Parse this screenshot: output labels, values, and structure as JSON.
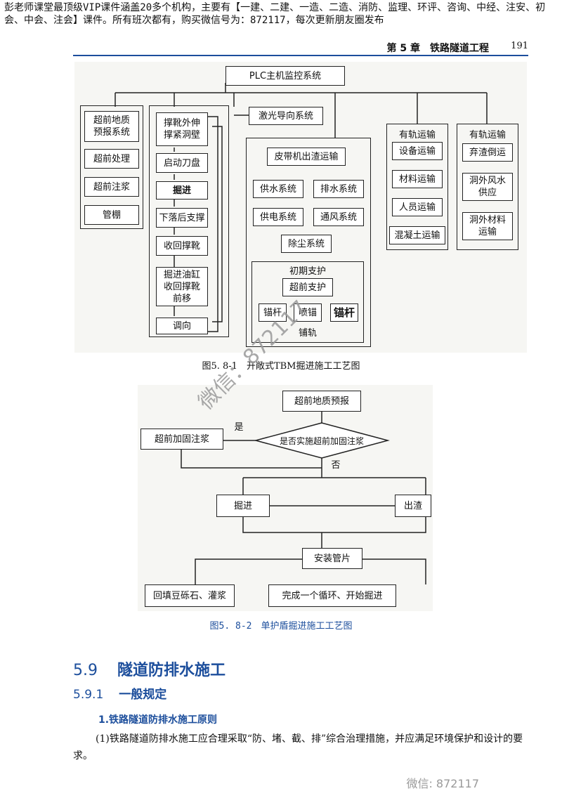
{
  "banner": "彭老师课堂最顶级VIP课件涵盖20多个机构，主要有【一建、二建、一造、二造、消防、监理、环评、咨询、中经、注安、初会、中会、注会】课件。所有班次都有，购买微信号为：872117，每次更新朋友圈发布",
  "running_header": {
    "chapter": "第 5 章　铁路隧道工程",
    "page": "191"
  },
  "figure1": {
    "top": "PLC主机监控系统",
    "laser": "激光导向系统",
    "left_col": [
      "超前地质\n预报系统",
      "超前处理",
      "超前注浆",
      "管棚"
    ],
    "cycle": [
      "撑靴外伸\n撑紧洞壁",
      "启动刀盘",
      "掘进",
      "下落后支撑",
      "收回撑靴",
      "掘进油缸\n收回撑靴\n前移",
      "调向"
    ],
    "center": {
      "belt": "皮带机出渣运输",
      "water": "供水系统",
      "drain": "排水系统",
      "power": "供电系统",
      "vent": "通风系统",
      "dust": "除尘系统",
      "support_title": "初期支护",
      "advance_support": "超前支护",
      "bolt": "锚杆",
      "spray": "喷锚",
      "bolt2": "锚杆",
      "track": "铺轨"
    },
    "rail1": {
      "title": "有轨运输",
      "items": [
        "设备运输",
        "材料运输",
        "人员运输",
        "混凝土运输"
      ]
    },
    "rail2": {
      "title": "有轨运输",
      "items": [
        "弃渣倒运",
        "洞外风水\n供应",
        "洞外材料\n运输"
      ]
    },
    "caption": "图5. 8-1　开敞式TBM掘进施工工艺图"
  },
  "figure2": {
    "geo": "超前地质预报",
    "decision": "是否实施超前加固注浆",
    "grout": "超前加固注浆",
    "yes": "是",
    "no": "否",
    "excavate": "掘进",
    "muck": "出渣",
    "segment": "安装管片",
    "backfill": "回填豆砾石、灌浆",
    "complete": "完成一个循环、开始掘进",
    "caption": "图5. 8-2　单护盾掘进施工工艺图"
  },
  "section": {
    "num": "5.9",
    "title": "隧道防排水施工"
  },
  "subsection": {
    "num": "5.9.1",
    "title": "一般规定"
  },
  "item": "1.铁路隧道防排水施工原则",
  "paragraph": "(1)铁路隧道防排水施工应合理采取“防、堵、截、排”综合治理措施，并应满足环境保护和设计的要求。",
  "watermarks": {
    "diagonal": "微信：872117",
    "footer": "微信: 872117"
  }
}
